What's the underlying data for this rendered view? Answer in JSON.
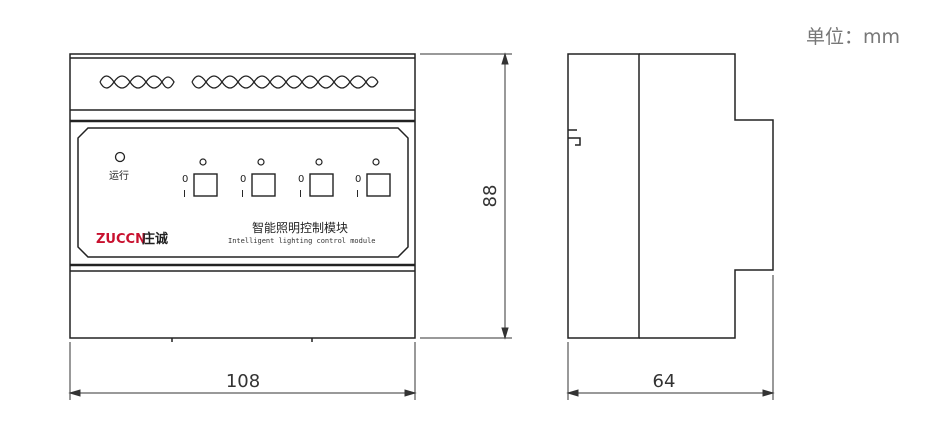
{
  "unit_label": "单位：mm",
  "dimensions": {
    "width": "108",
    "height": "88",
    "depth": "64"
  },
  "front": {
    "run_label": "运行",
    "switch_off": "0",
    "switch_on": "I",
    "brand_latin": "ZUCCN",
    "brand_cn": "庄诚",
    "title_cn": "智能照明控制模块",
    "title_en": "Intelligent lighting control module"
  },
  "colors": {
    "brand_red": "#c8102e",
    "line": "#222222"
  }
}
